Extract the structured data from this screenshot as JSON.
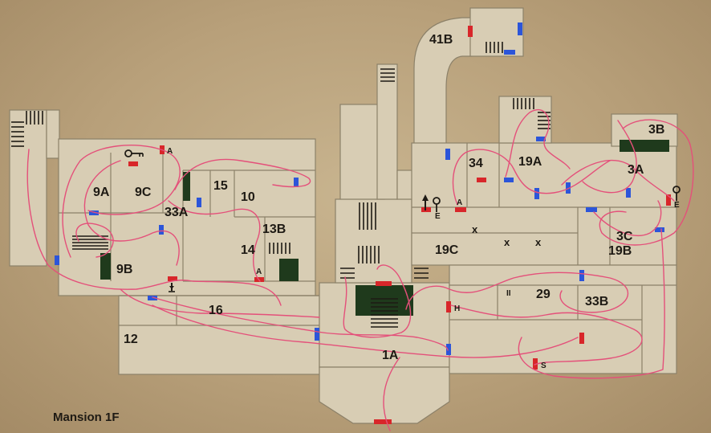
{
  "map": {
    "title": "Mansion 1F",
    "colors": {
      "background": "#b8a07a",
      "room_fill": "#d8cdb4",
      "room_stroke": "#8c8169",
      "door_locked": "#d8262a",
      "door_open": "#2c55d9",
      "dark_area": "#1f3a1c",
      "route_line": "#e4507a"
    },
    "rooms": {
      "r41b": "41B",
      "r34": "34",
      "r19a": "19A",
      "r3b": "3B",
      "r3a": "3A",
      "r9a": "9A",
      "r9c": "9C",
      "r33a": "33A",
      "r15": "15",
      "r10": "10",
      "r13b": "13B",
      "r14": "14",
      "r9b": "9B",
      "r16": "16",
      "r12": "12",
      "r19c": "19C",
      "r3c": "3C",
      "r19b": "19B",
      "r29": "29",
      "r33b": "33B",
      "r1a": "1A"
    },
    "markers": {
      "a1": "A",
      "a2": "A",
      "a3": "A",
      "e1": "E",
      "e2": "E",
      "h": "H",
      "s": "S",
      "pillar": "II",
      "x": "x"
    },
    "icons": [
      "key-icon",
      "save-point-icon",
      "arrow-up-icon",
      "statue-icon"
    ]
  }
}
